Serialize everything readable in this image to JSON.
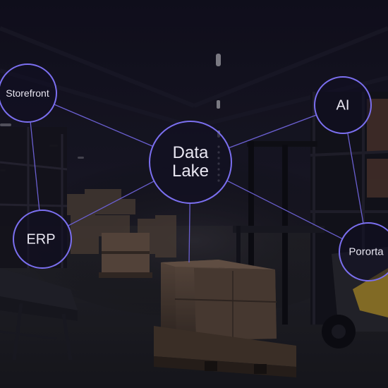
{
  "diagram": {
    "hub": {
      "label_line1": "Data",
      "label_line2": "Lake"
    },
    "nodes": [
      {
        "id": "storefront",
        "label": "Storefront"
      },
      {
        "id": "ai",
        "label": "AI"
      },
      {
        "id": "erp",
        "label": "ERP"
      },
      {
        "id": "portal",
        "label": "Pororta"
      }
    ],
    "edges": [
      [
        "storefront",
        "data-lake"
      ],
      [
        "storefront",
        "erp"
      ],
      [
        "ai",
        "data-lake"
      ],
      [
        "ai",
        "portal"
      ],
      [
        "erp",
        "data-lake"
      ],
      [
        "portal",
        "data-lake"
      ],
      [
        "data-lake",
        "pallet-boxes"
      ]
    ],
    "colors": {
      "line": "#6a5fd0",
      "node_stroke": "#7b6ff0",
      "node_fill": "rgba(16,14,34,0.55)",
      "text": "#e9e7f2"
    }
  },
  "background": {
    "scene": "dark warehouse interior with shelving, stacked cardboard boxes on pallets and a forklift"
  }
}
